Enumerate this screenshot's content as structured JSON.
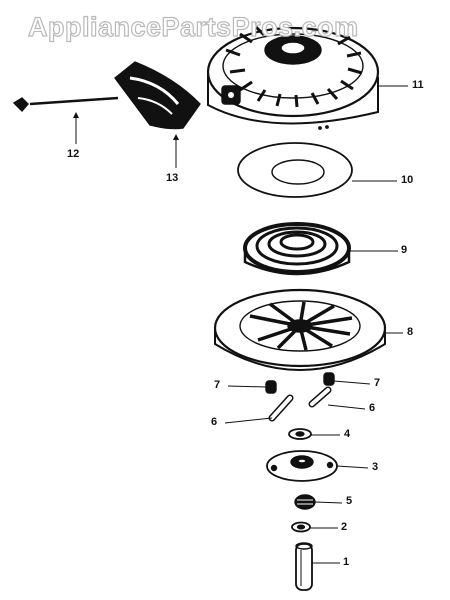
{
  "watermark": "AppliancePartsPros.com",
  "callouts": {
    "c1": "1",
    "c2": "2",
    "c3": "3",
    "c4": "4",
    "c5": "5",
    "c6a": "6",
    "c6b": "6",
    "c7a": "7",
    "c7b": "7",
    "c8": "8",
    "c9": "9",
    "c10": "10",
    "c11": "11",
    "c12": "12",
    "c13": "13"
  },
  "colors": {
    "ink": "#111111",
    "watermark_outline": "#b9b9b9",
    "background": "#ffffff"
  }
}
